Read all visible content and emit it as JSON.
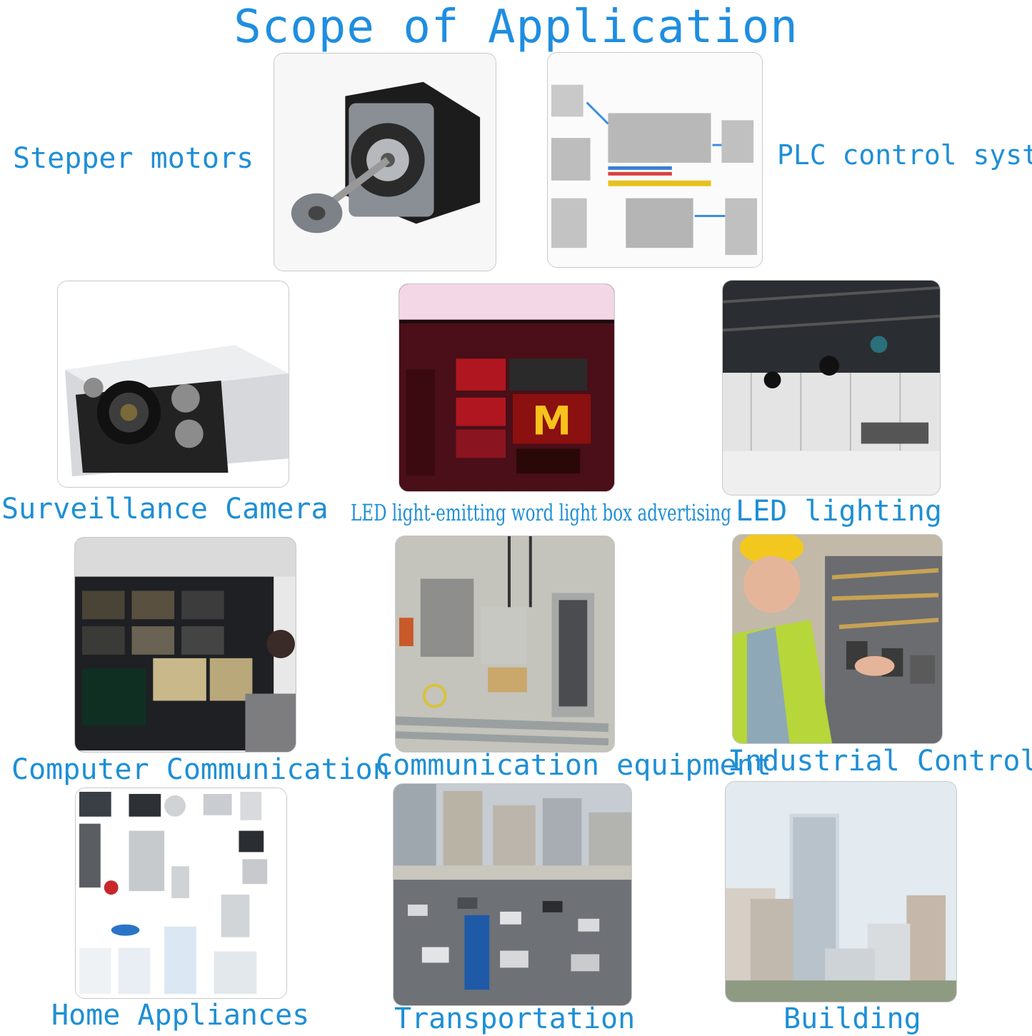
{
  "title": "Scope of Application",
  "items": [
    {
      "label": "Stepper motors",
      "icon": "stepper-motor-photo"
    },
    {
      "label": "PLC control system",
      "icon": "plc-diagram-photo"
    },
    {
      "label": "Surveillance Camera",
      "icon": "surveillance-camera-photo"
    },
    {
      "label": "LED light-emitting word light box advertising",
      "icon": "led-sign-photo"
    },
    {
      "label": "LED lighting",
      "icon": "studio-lighting-photo"
    },
    {
      "label": "Computer Communication",
      "icon": "control-room-photo"
    },
    {
      "label": "Communication equipment",
      "icon": "telecom-equipment-photo"
    },
    {
      "label": "Industrial Control",
      "icon": "electrician-panel-photo"
    },
    {
      "label": "Home Appliances",
      "icon": "home-appliances-photo"
    },
    {
      "label": "Transportation",
      "icon": "traffic-photo"
    },
    {
      "label": "Building",
      "icon": "buildings-photo"
    }
  ],
  "colors": {
    "accent": "#1e8fd6",
    "background": "#ffffff"
  }
}
